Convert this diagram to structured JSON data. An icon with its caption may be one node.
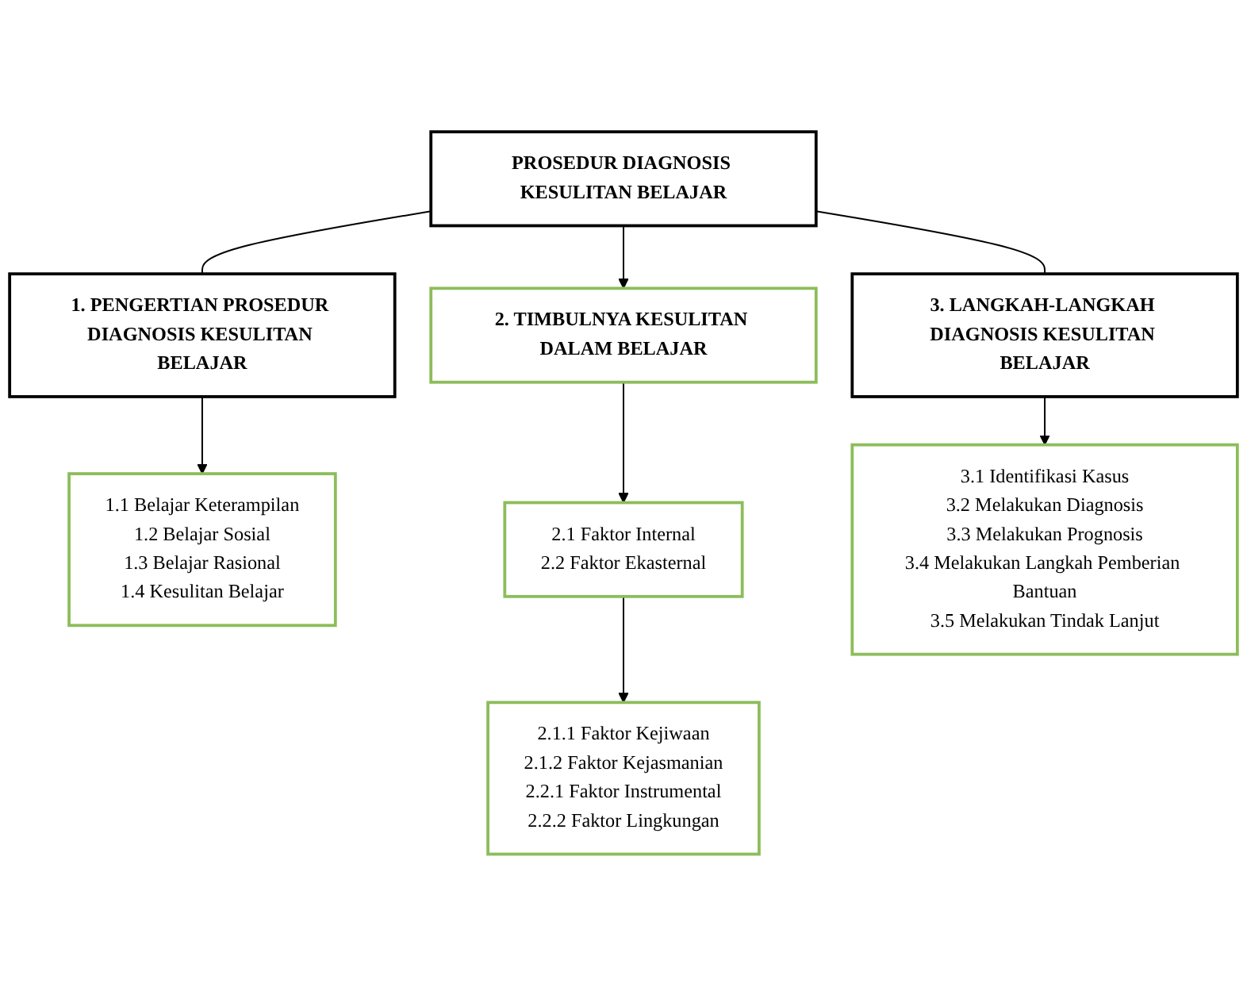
{
  "diagram": {
    "nodes": [
      {
        "text": [
          "PROSEDUR DIAGNOSIS KESULITAN BELAJAR"
        ]
      },
      {
        "text": [
          "1. PENGERTIAN PROSEDUR DIAGNOSIS KESULITAN BELAJAR"
        ]
      },
      {
        "text": [
          "2. TIMBULNYA KESULITAN DALAM BELAJAR"
        ]
      },
      {
        "text": [
          "3. LANGKAH-LANGKAH DIAGNOSIS KESULITAN BELAJAR"
        ]
      },
      {
        "text": [
          "1.1 Belajar Keterampilan",
          "1.2 Belajar Sosial",
          "1.3 Belajar Rasional",
          "1.4 Kesulitan Belajar"
        ]
      },
      {
        "text": [
          "2.1 Faktor Internal",
          "2.2 Faktor Ekasternal"
        ]
      },
      {
        "text": [
          "3.1 Identifikasi Kasus",
          "3.2 Melakukan Diagnosis",
          "3.3 Melakukan Prognosis",
          "3.4 Melakukan Langkah Pemberian Bantuan",
          "3.5 Melakukan Tindak Lanjut"
        ]
      },
      {
        "text": [
          "2.1.1 Faktor Kejiwaan",
          "2.1.2 Faktor Kejasmanian",
          "2.2.1 Faktor Instrumental",
          "2.2.2 Faktor Lingkungan"
        ]
      }
    ],
    "edges": [
      {
        "from": 0,
        "to": 1,
        "arrow": "none"
      },
      {
        "from": 0,
        "to": 2,
        "arrow": "to"
      },
      {
        "from": 0,
        "to": 3,
        "arrow": "none"
      },
      {
        "from": 1,
        "to": 4,
        "arrow": "to"
      },
      {
        "from": 2,
        "to": 5,
        "arrow": "to"
      },
      {
        "from": 3,
        "to": 6,
        "arrow": "to"
      },
      {
        "from": 5,
        "to": 7,
        "arrow": "to"
      }
    ]
  }
}
